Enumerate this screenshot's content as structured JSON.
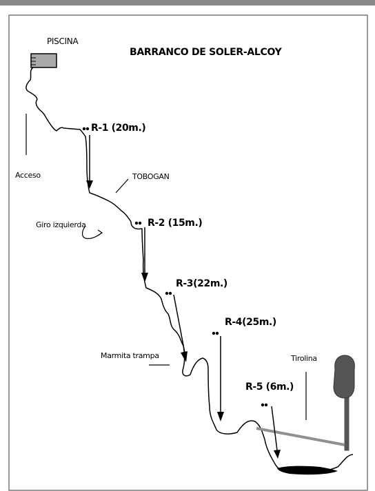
{
  "title": "BARRANCO DE SOLER-ALCOY",
  "labels": {
    "pool": "PISCINA",
    "access": "Acceso",
    "slide": "TOBOGAN",
    "left_turn": "Giro izquierda",
    "trap_pothole": "Marmita trampa",
    "zipline": "Tirolina"
  },
  "rappels": [
    {
      "label": "R-1 (20m.)"
    },
    {
      "label": "R-2 (15m.)"
    },
    {
      "label": "R-3(22m.)"
    },
    {
      "label": "R-4(25m.)"
    },
    {
      "label": "R-5 (6m.)"
    }
  ],
  "colors": {
    "background": "#ffffff",
    "frame_border": "#808080",
    "ink": "#000000",
    "pool_fill": "#a9a9a9",
    "tree_fill": "#555555",
    "zipline": "#909090"
  }
}
